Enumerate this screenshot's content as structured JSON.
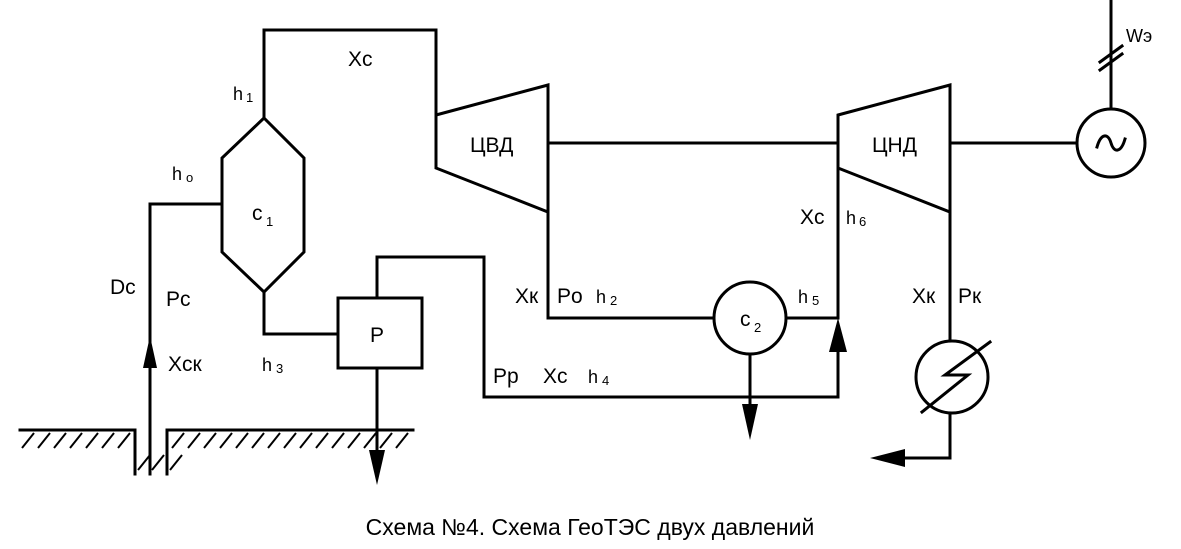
{
  "labels": {
    "xc_top": "Xc",
    "h1_h": "h",
    "h1_n": "1",
    "cvd": "ЦВД",
    "cnd": "ЦНД",
    "we": "Wэ",
    "h0_h": "h",
    "h0_n": "o",
    "c1_c": "c",
    "c1_n": "1",
    "xc_right": "Xc",
    "h6_h": "h",
    "h6_n": "6",
    "dc": "Dc",
    "pc": "Pc",
    "xk_mid": "Xк",
    "po": "Po",
    "h2_h": "h",
    "h2_n": "2",
    "c2_c": "c",
    "c2_n": "2",
    "h5_h": "h",
    "h5_n": "5",
    "xk_right": "Xк",
    "pk": "Pк",
    "p_box": "P",
    "xck": "Xск",
    "h3_h": "h",
    "h3_n": "3",
    "pp": "Pp",
    "xc_bottom": "Xc",
    "h4_h": "h",
    "h4_n": "4"
  },
  "caption": "Схема №4. Схема ГеоТЭС двух давлений"
}
